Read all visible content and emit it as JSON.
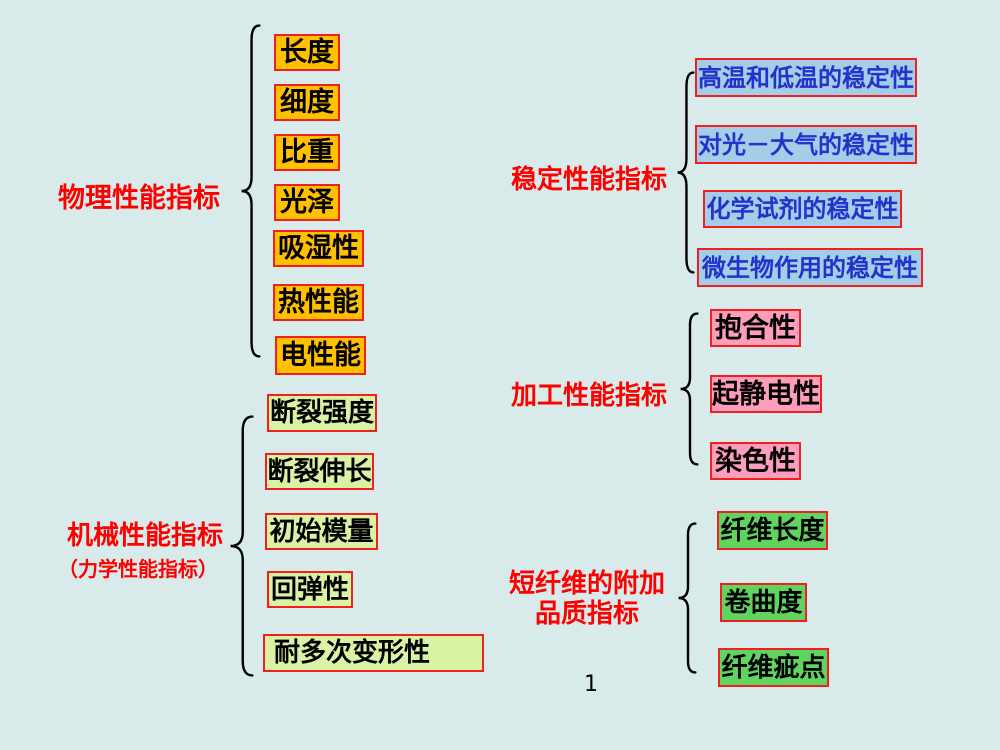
{
  "page": {
    "number": "1"
  },
  "colors": {
    "background": "#d9eaea",
    "label_red": "#ff0000",
    "box_border_red": "#f02020",
    "brace": "#000000"
  },
  "styles": {
    "page": {
      "bg": "#d9eaea"
    },
    "orange": {
      "bg": "#ffc000",
      "border": "#f02020",
      "text": "#000000"
    },
    "blue": {
      "bg": "#a4cde8",
      "border": "#f02020",
      "text": "#2233cc"
    },
    "pink": {
      "bg": "#ff9dbd",
      "border": "#f02020",
      "text": "#000000"
    },
    "yellowgreen": {
      "bg": "#d9f2a3",
      "border": "#f02020",
      "text": "#000000"
    },
    "green": {
      "bg": "#5fd55f",
      "border": "#f02020",
      "text": "#000000"
    }
  },
  "groups": {
    "physical": {
      "label": "物理性能指标",
      "items": [
        "长度",
        "细度",
        "比重",
        "光泽",
        "吸湿性",
        "热性能",
        "电性能"
      ]
    },
    "stability": {
      "label": "稳定性能指标",
      "items": [
        "高温和低温的稳定性",
        "对光－大气的稳定性",
        "化学试剂的稳定性",
        "微生物作用的稳定性"
      ]
    },
    "processing": {
      "label": "加工性能指标",
      "items": [
        "抱合性",
        "起静电性",
        "染色性"
      ]
    },
    "mechanical": {
      "label": "机械性能指标",
      "sublabel": "（力学性能指标）",
      "items": [
        "断裂强度",
        "断裂伸长",
        "初始模量",
        "回弹性",
        "耐多次变形性"
      ]
    },
    "shortfiber": {
      "label_line1": "短纤维的附加",
      "label_line2": "品质指标",
      "items": [
        "纤维长度",
        "卷曲度",
        "纤维疵点"
      ]
    }
  }
}
